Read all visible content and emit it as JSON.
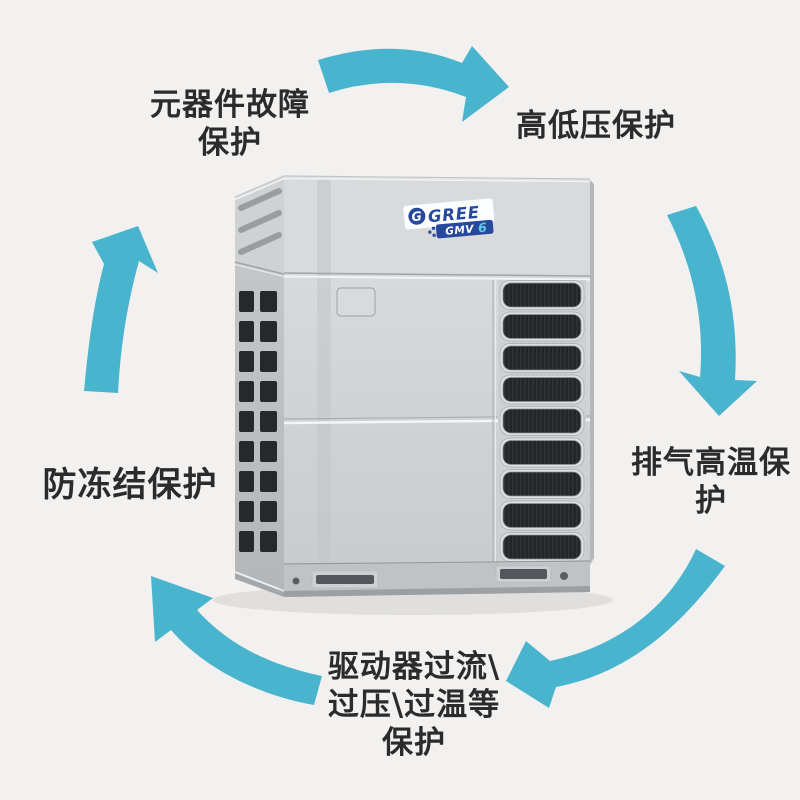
{
  "page": {
    "background_color": "#f2f1ef",
    "description": "GREE GMV6 outdoor unit protection features cycle diagram"
  },
  "diagram": {
    "arrow_color": "#48b4ce",
    "labels": {
      "top_left": {
        "lines": [
          "元器件故障",
          "保护"
        ]
      },
      "top_right": {
        "lines": [
          "高低压保护"
        ]
      },
      "right": {
        "lines": [
          "排气高温保",
          "护"
        ]
      },
      "left": {
        "lines": [
          "防冻结保护"
        ]
      },
      "bottom": {
        "lines": [
          "驱动器过流\\",
          "过压\\过温等",
          "保护"
        ]
      }
    }
  },
  "product": {
    "brand": "GREE",
    "brand_color": "#26499e",
    "logo_letter": "G",
    "series": "GMV",
    "series_number": "6",
    "series_number_color": "#64c9e5"
  }
}
